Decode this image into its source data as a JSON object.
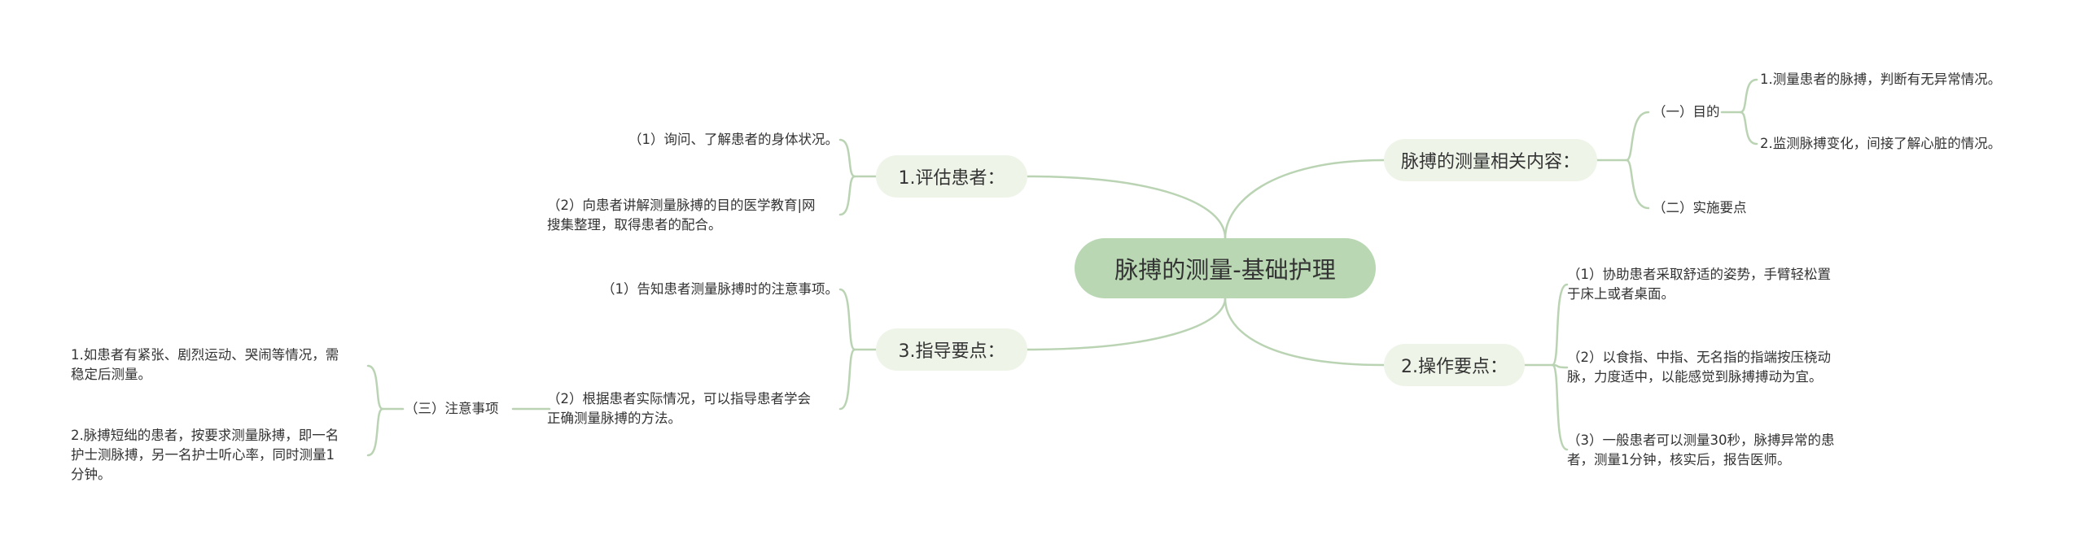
{
  "root": {
    "label": "脉搏的测量-基础护理"
  },
  "branches": {
    "content": {
      "label": "脉搏的测量相关内容："
    },
    "assess": {
      "label": "1.评估患者："
    },
    "guide": {
      "label": "3.指导要点："
    },
    "operate": {
      "label": "2.操作要点："
    }
  },
  "leaves": {
    "purpose": {
      "label": "（一）目的"
    },
    "purpose_1": {
      "label": "1.测量患者的脉搏，判断有无异常情况。"
    },
    "purpose_2": {
      "label": "2.监测脉搏变化，间接了解心脏的情况。"
    },
    "implement": {
      "label": "（二）实施要点"
    },
    "assess_1": {
      "label": "（1）询问、了解患者的身体状况。"
    },
    "assess_2": {
      "lines": [
        "（2）向患者讲解测量脉搏的目的医学教育|网",
        "搜集整理，取得患者的配合。"
      ]
    },
    "guide_1": {
      "label": "（1）告知患者测量脉搏时的注意事项。"
    },
    "guide_2": {
      "lines": [
        "（2）根据患者实际情况，可以指导患者学会",
        "正确测量脉搏的方法。"
      ]
    },
    "notes": {
      "label": "（三）注意事项"
    },
    "notes_1": {
      "lines": [
        "1.如患者有紧张、剧烈运动、哭闹等情况，需",
        "稳定后测量。"
      ]
    },
    "notes_2": {
      "lines": [
        "2.脉搏短绌的患者，按要求测量脉搏，即一名",
        "护士测脉搏，另一名护士听心率，同时测量1",
        "分钟。"
      ]
    },
    "op_1": {
      "lines": [
        "（1）协助患者采取舒适的姿势，手臂轻松置",
        "于床上或者桌面。"
      ]
    },
    "op_2": {
      "lines": [
        "（2）以食指、中指、无名指的指端按压桡动",
        "脉，力度适中，以能感觉到脉搏搏动为宜。"
      ]
    },
    "op_3": {
      "lines": [
        "（3）一般患者可以测量30秒，脉搏异常的患",
        "者，测量1分钟，核实后，报告医师。"
      ]
    }
  },
  "colors": {
    "root_fill": "#b8d7b2",
    "branch_fill": "#eef4e8",
    "connector": "#b9d3b3",
    "text": "#333333"
  }
}
